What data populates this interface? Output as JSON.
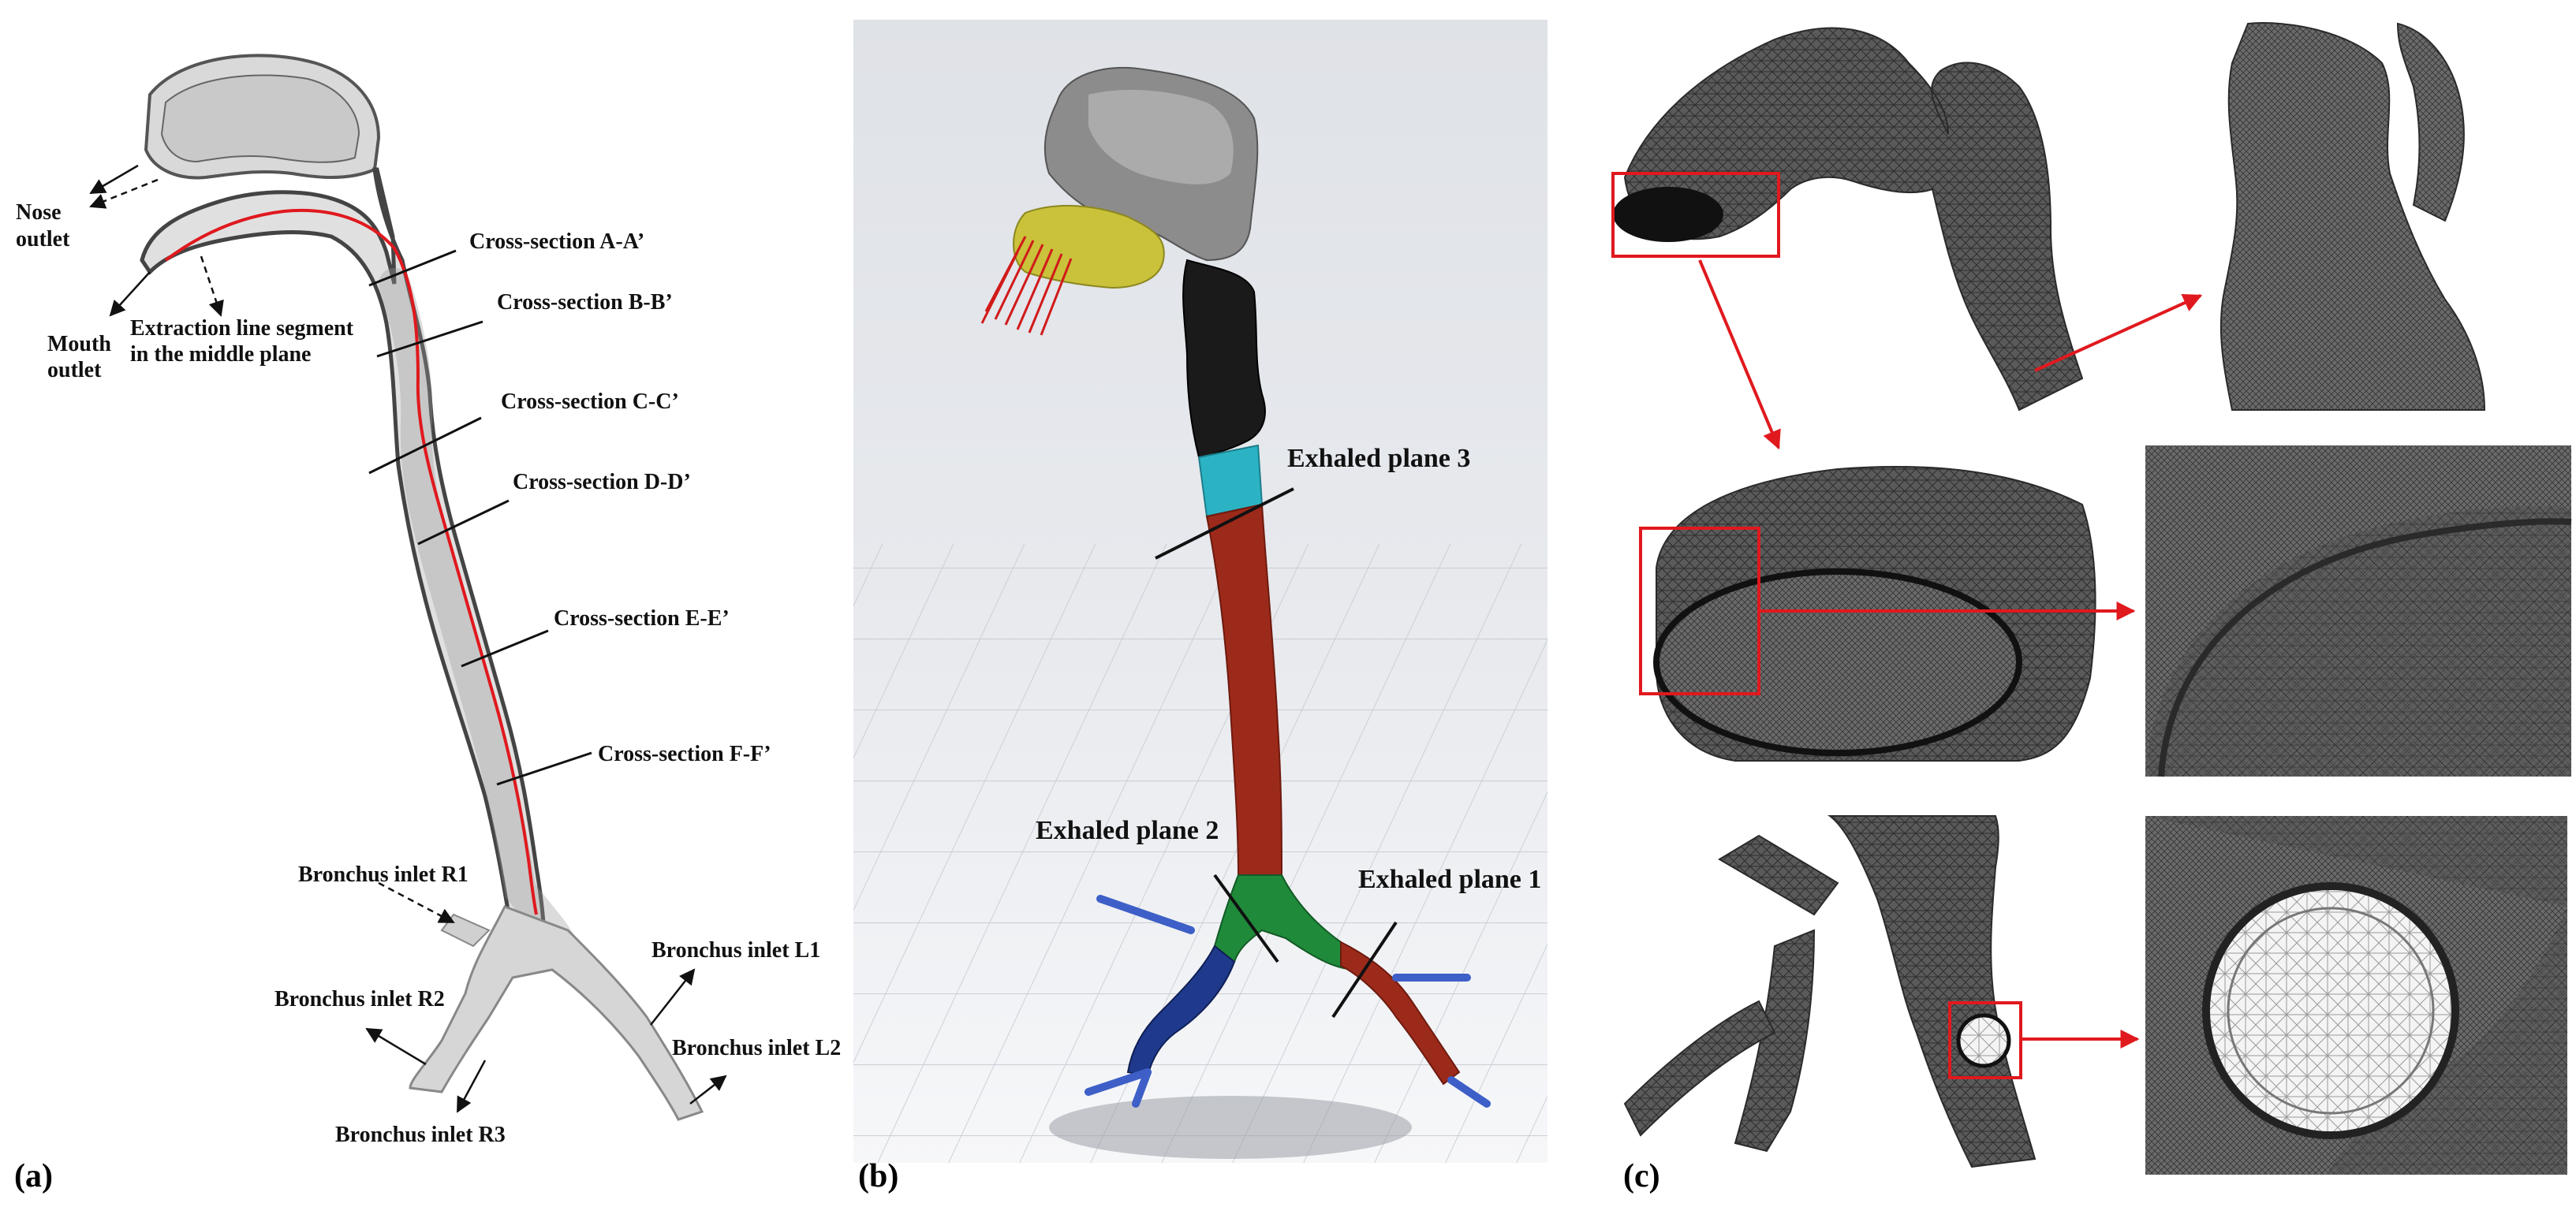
{
  "panels": {
    "a": {
      "label": "(a)",
      "labels": {
        "nose_outlet_1": "Nose",
        "nose_outlet_2": "outlet",
        "mouth_outlet_1": "Mouth",
        "mouth_outlet_2": "outlet",
        "extraction_1": "Extraction line segment",
        "extraction_2": "in the middle plane",
        "cs_a": "Cross-section A-A’",
        "cs_b": "Cross-section B-B’",
        "cs_c": "Cross-section C-C’",
        "cs_d": "Cross-section D-D’",
        "cs_e": "Cross-section E-E’",
        "cs_f": "Cross-section F-F’",
        "r1": "Bronchus inlet R1",
        "r2": "Bronchus inlet R2",
        "r3": "Bronchus inlet R3",
        "l1": "Bronchus inlet L1",
        "l2": "Bronchus inlet L2"
      }
    },
    "b": {
      "label": "(b)",
      "labels": {
        "plane3": "Exhaled plane 3",
        "plane2": "Exhaled plane 2",
        "plane1": "Exhaled plane 1"
      }
    },
    "c": {
      "label": "(c)"
    }
  },
  "colors": {
    "callout": "#e0191e",
    "airway_red": "#9c2a1a",
    "head_grey": "#8c8c8c",
    "mouth_yellow": "#c9c23a",
    "pharynx_black": "#1a1a1a",
    "larynx_cyan": "#2bb3c4",
    "carina_green": "#1f8a3a",
    "right_blue": "#1f3a8c",
    "mesh_grey": "#4a4a4a"
  }
}
